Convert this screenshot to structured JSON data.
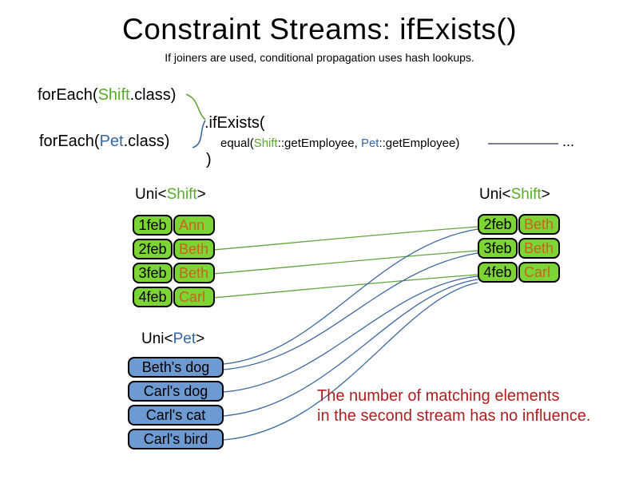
{
  "colors": {
    "keyword_green": "#59ab27",
    "keyword_blue": "#3465a4",
    "line_green": "#63a53c",
    "line_blue": "#3c68a0",
    "dash_purple": "#5e4b78",
    "green_box_fill": "#7cd435",
    "blue_box_fill": "#6d9ad1",
    "orange_name_text": "#c8641e",
    "note_red": "#ab2020"
  },
  "header": {
    "title": "Constraint Streams: ifExists()",
    "subtitle": "If joiners are used, conditional propagation uses hash lookups."
  },
  "code": {
    "foreach_shift": {
      "pre": "forEach(",
      "keyword": "Shift",
      "post": ".class)"
    },
    "foreach_pet": {
      "pre": "forEach(",
      "keyword": "Pet",
      "post": ".class)"
    },
    "if_exists": ".ifExists(",
    "equal": {
      "pre": "equal(",
      "kw1": "Shift",
      "mid": "::getEmployee, ",
      "kw2": "Pet",
      "post": "::getEmployee)"
    },
    "close_paren": ")",
    "ellipsis": "..."
  },
  "left_stream": {
    "label": {
      "pre": "Uni<",
      "keyword": "Shift",
      "post": ">"
    },
    "rows": [
      {
        "date": "1feb",
        "name": "Ann"
      },
      {
        "date": "2feb",
        "name": "Beth"
      },
      {
        "date": "3feb",
        "name": "Beth"
      },
      {
        "date": "4feb",
        "name": "Carl"
      }
    ]
  },
  "right_stream": {
    "label": {
      "pre": "Uni<",
      "keyword": "Shift",
      "post": ">"
    },
    "rows": [
      {
        "date": "2feb",
        "name": "Beth"
      },
      {
        "date": "3feb",
        "name": "Beth"
      },
      {
        "date": "4feb",
        "name": "Carl"
      }
    ]
  },
  "pet_stream": {
    "label": {
      "pre": "Uni<",
      "keyword": "Pet",
      "post": ">"
    },
    "items": [
      {
        "name": "Beth's dog"
      },
      {
        "name": "Carl's dog"
      },
      {
        "name": "Carl's cat"
      },
      {
        "name": "Carl's bird"
      }
    ]
  },
  "note": {
    "line1": "The number of matching elements",
    "line2": "in the second stream has no influence."
  }
}
